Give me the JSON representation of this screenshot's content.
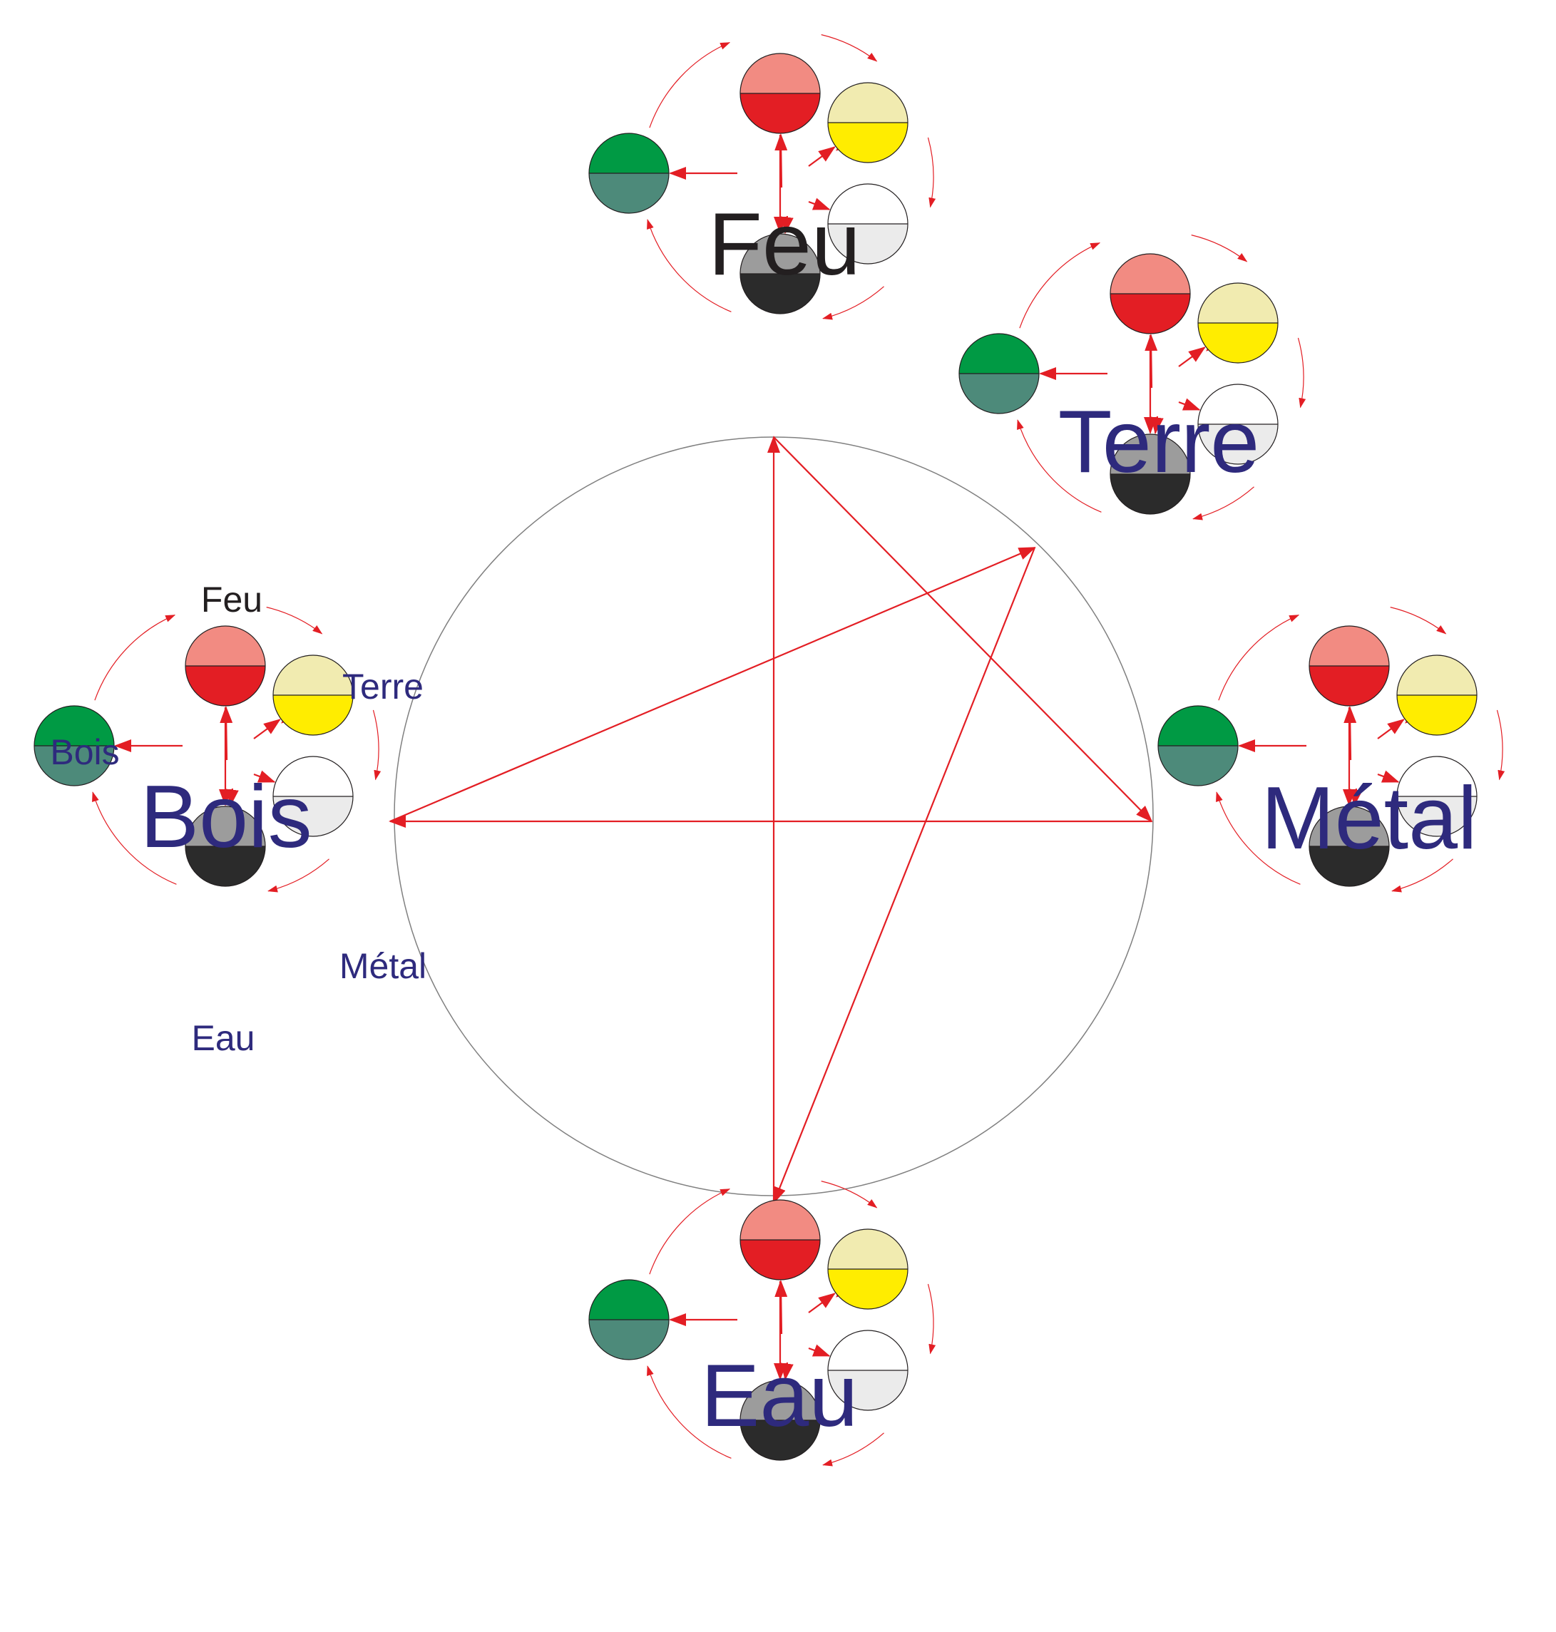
{
  "diagram": {
    "central_cycle": {
      "description": "",
      "arrows": [
        {
          "from": "metal",
          "to": "bois"
        },
        {
          "from": "bois",
          "to": "terre"
        },
        {
          "from": "terre",
          "to": "eau"
        },
        {
          "from": "eau",
          "to": "feu"
        },
        {
          "from": "feu",
          "to": "metal"
        }
      ]
    },
    "elements": [
      {
        "key": "feu",
        "title": "Feu",
        "title_color": "#231f20"
      },
      {
        "key": "terre",
        "title": "Terre",
        "title_color": "#2e2a7d"
      },
      {
        "key": "metal",
        "title": "Métal",
        "title_color": "#2e2a7d"
      },
      {
        "key": "eau",
        "title": "Eau",
        "title_color": "#2e2a7d"
      },
      {
        "key": "bois",
        "title": "Bois",
        "title_color": "#2e2a7d"
      }
    ],
    "legend_labels": {
      "feu": "Feu",
      "terre": "Terre",
      "bois": "Bois",
      "metal": "Métal",
      "eau": "Eau"
    },
    "phase_colors": {
      "feu": {
        "top": "#f28b82",
        "bottom": "#e31e24"
      },
      "terre": {
        "top": "#f1ebb0",
        "bottom": "#ffed00"
      },
      "metal": {
        "top": "#ffffff",
        "bottom": "#ebebeb"
      },
      "eau": {
        "top": "#9c9c9c",
        "bottom": "#2b2b2b"
      },
      "bois": {
        "top": "#009a44",
        "bottom": "#4d8a7a"
      }
    },
    "arrow_color": "#e31e24",
    "circle_color": "#808080"
  }
}
